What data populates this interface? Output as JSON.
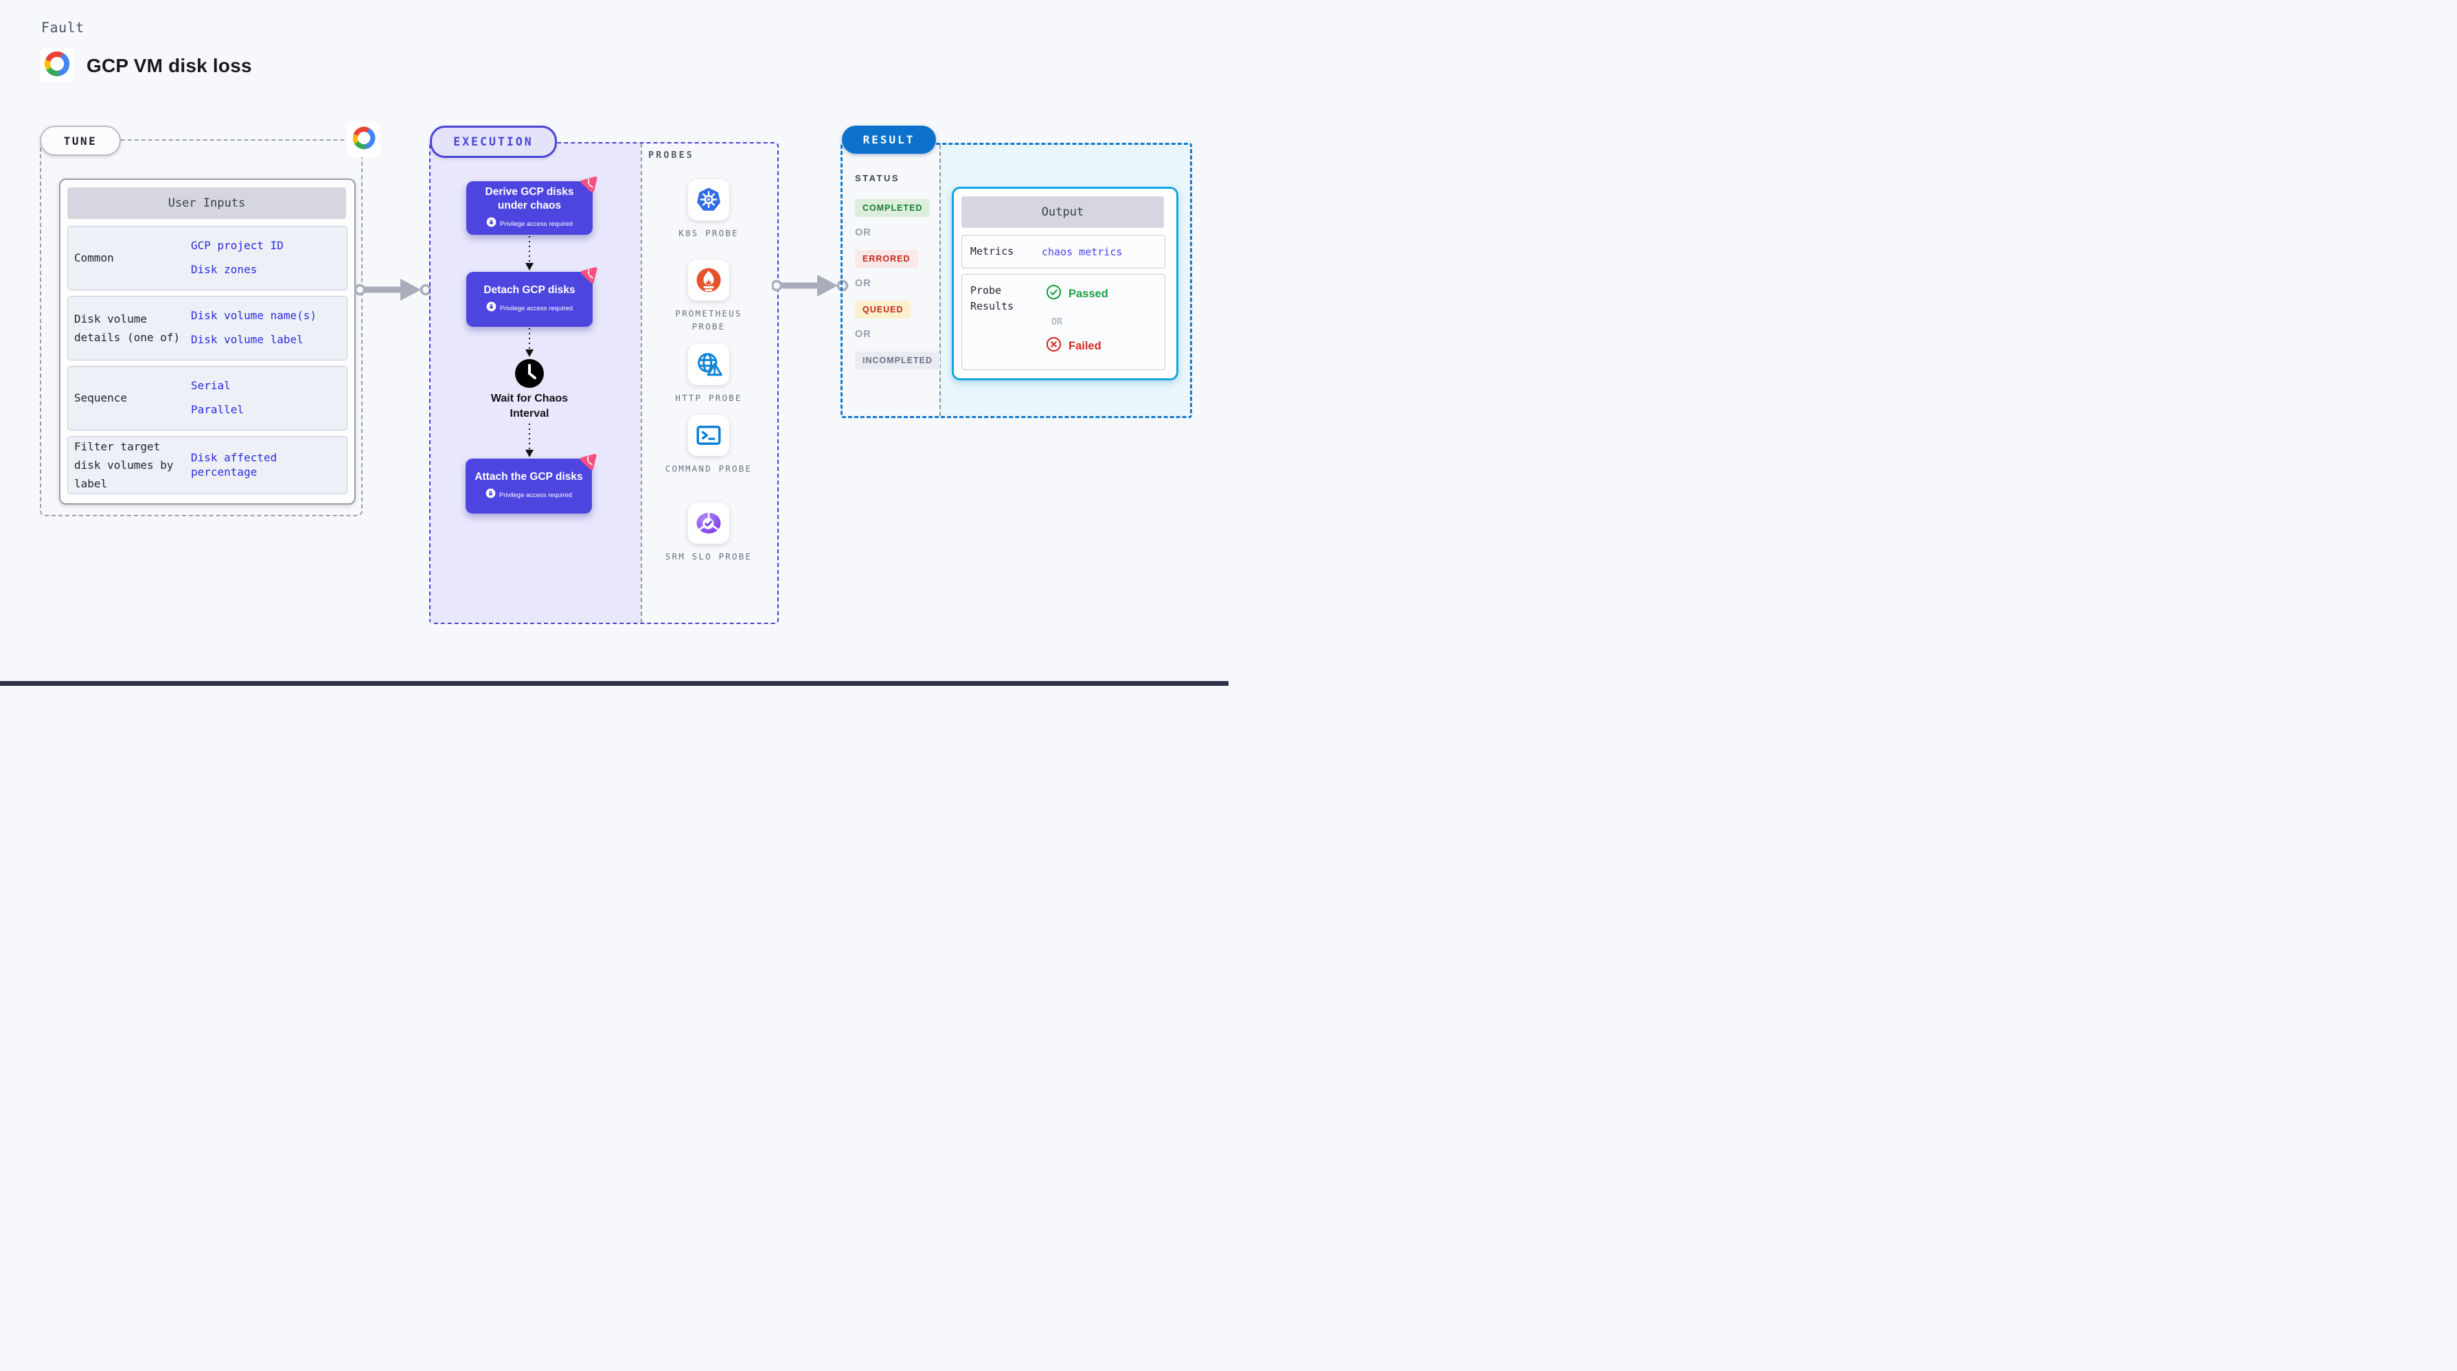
{
  "header": {
    "kicker": "Fault",
    "title": "GCP VM disk loss",
    "logo": "gcp-cloud-icon"
  },
  "tune": {
    "badge": "TUNE",
    "table_title": "User Inputs",
    "rows": [
      {
        "label": "Common",
        "values": [
          "GCP project ID",
          "Disk zones"
        ]
      },
      {
        "label": "Disk volume details (one of)",
        "values": [
          "Disk volume name(s)",
          "Disk volume label"
        ]
      },
      {
        "label": "Sequence",
        "values": [
          "Serial",
          "Parallel"
        ]
      },
      {
        "label": "Filter target disk volumes by label",
        "values": [
          "Disk affected percentage"
        ]
      }
    ]
  },
  "execution": {
    "badge": "EXECUTION",
    "steps": [
      {
        "title": "Derive GCP disks under chaos",
        "note": "Privilege access required",
        "icon": "lock-icon"
      },
      {
        "title": "Detach GCP disks",
        "note": "Privilege access required",
        "icon": "lock-icon"
      },
      {
        "title": "Wait for Chaos Interval",
        "icon": "clock-icon"
      },
      {
        "title": "Attach the GCP disks",
        "note": "Privilege access required",
        "icon": "lock-icon"
      }
    ]
  },
  "probes": {
    "title": "PROBES",
    "items": [
      {
        "label": "K8S PROBE",
        "icon": "kubernetes-icon"
      },
      {
        "label": "PROMETHEUS PROBE",
        "icon": "prometheus-icon"
      },
      {
        "label": "HTTP PROBE",
        "icon": "globe-warning-icon"
      },
      {
        "label": "COMMAND PROBE",
        "icon": "terminal-icon"
      },
      {
        "label": "SRM SLO PROBE",
        "icon": "slo-donut-check-icon"
      }
    ]
  },
  "result": {
    "badge": "RESULT",
    "status_title": "STATUS",
    "or_label": "OR",
    "statuses": [
      {
        "label": "COMPLETED",
        "text_color": "#187d33",
        "bg_color": "#ddefdc"
      },
      {
        "label": "ERRORED",
        "text_color": "#c5261d",
        "bg_color": "#fbe9e7"
      },
      {
        "label": "QUEUED",
        "text_color": "#c5261d",
        "bg_color": "#fcf0cd"
      },
      {
        "label": "INCOMPLETED",
        "text_color": "#6c7183",
        "bg_color": "#ebecf1"
      }
    ],
    "output": {
      "title": "Output",
      "metrics_label": "Metrics",
      "metrics_value": "chaos metrics",
      "probe_results_label": "Probe Results",
      "passed_label": "Passed",
      "failed_label": "Failed",
      "or_label": "OR"
    }
  },
  "colors": {
    "page_bg": "#f7f8fb",
    "execution_accent": "#4a44d6",
    "execution_fill": "#e8e7fb",
    "step_card": "#4d45e0",
    "litmus_pink": "#f6517e",
    "result_accent": "#0d72cc",
    "result_fill": "#e9f6fc",
    "output_border": "#14a5df",
    "value_blue": "#2b2be0",
    "passed_green": "#1d9e43",
    "failed_red": "#d62a22"
  }
}
